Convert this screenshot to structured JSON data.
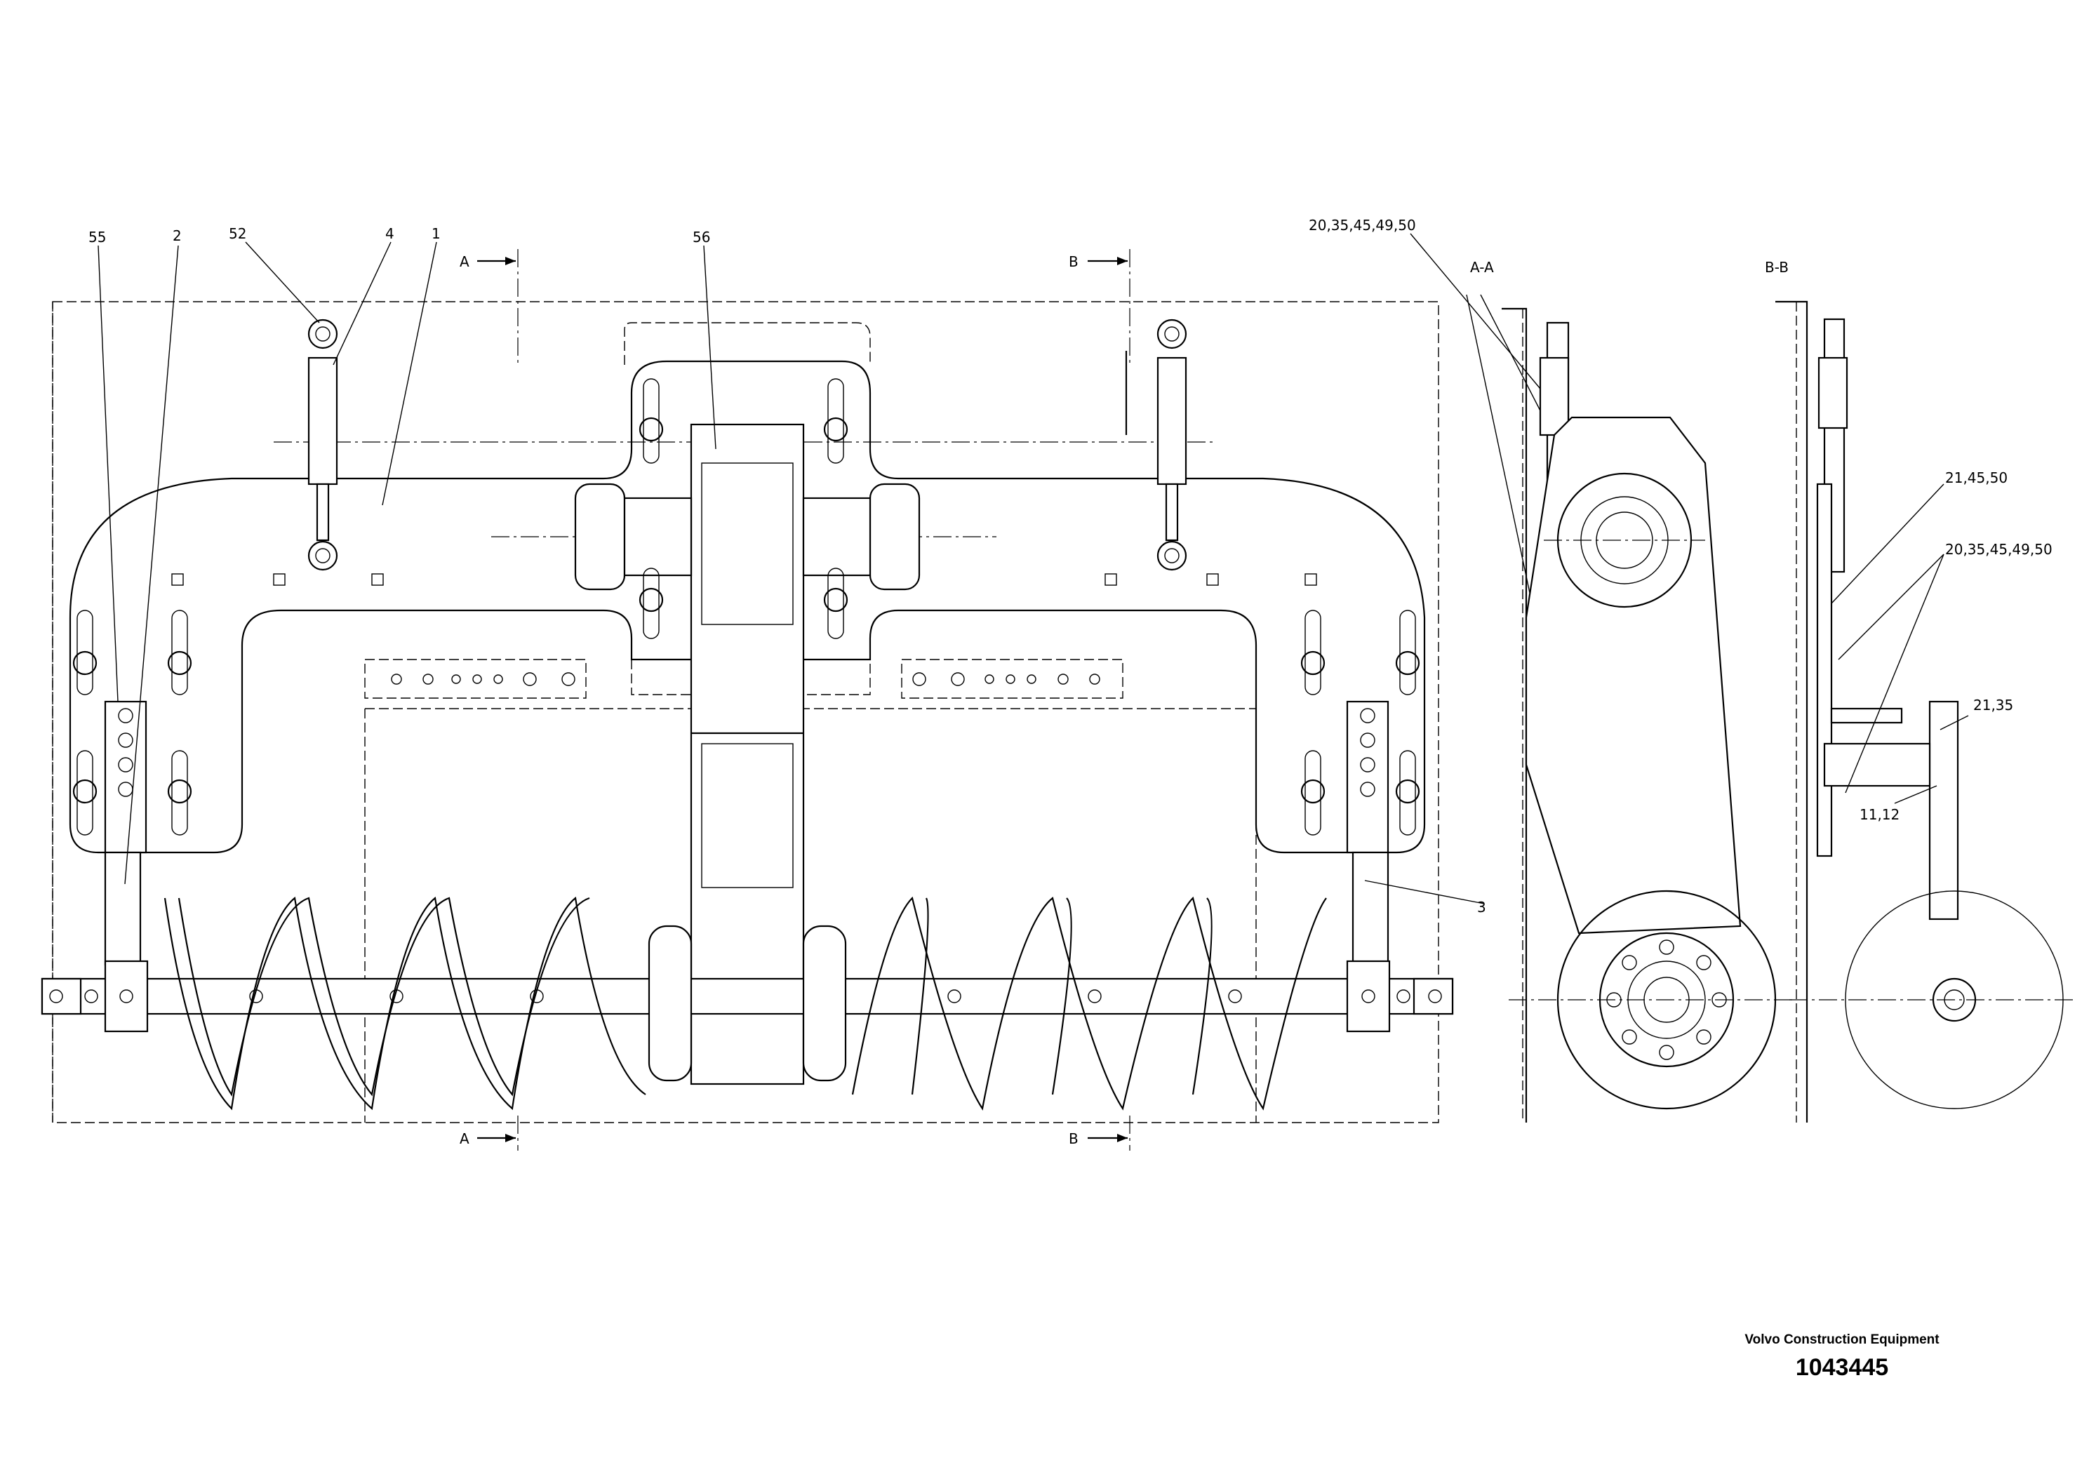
{
  "callouts": {
    "p55": "55",
    "p2": "2",
    "p52": "52",
    "p4": "4",
    "p1": "1",
    "p56": "56",
    "p3": "3",
    "aa_group": "20,35,45,49,50",
    "bb_a": "21,45,50",
    "bb_b": "20,35,45,49,50",
    "bb_c": "21,35",
    "bb_d": "11,12"
  },
  "section_marks": {
    "a_top": "A",
    "a_bottom": "A",
    "b_top": "B",
    "b_bottom": "B",
    "view_aa": "A-A",
    "view_bb": "B-B"
  },
  "title_block": {
    "brand": "Volvo Construction Equipment",
    "drawing_number": "1043445"
  }
}
